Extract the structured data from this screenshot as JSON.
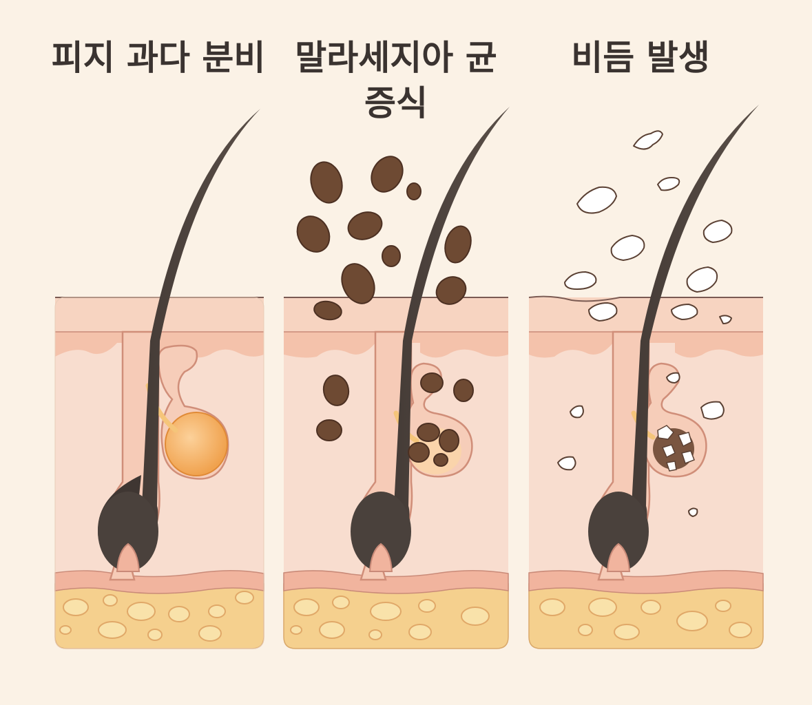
{
  "panels": [
    {
      "id": "sebum",
      "title": "피지 과다 분비"
    },
    {
      "id": "malassezia",
      "title_line1": "말라세지아 균",
      "title_line2": "증식"
    },
    {
      "id": "dandruff",
      "title": "비듬 발생"
    }
  ],
  "colors": {
    "background": "#fbf2e6",
    "skin": "#f8dccd",
    "skin_band": "#f5c9b3",
    "outline": "#7a5a52",
    "fat": "#f5d08e",
    "fat_cell": "#f9e1a9",
    "hair": "#4a413c",
    "sebum": "#f2a04d",
    "fungus": "#6e4a33",
    "flake": "#ffffff"
  }
}
